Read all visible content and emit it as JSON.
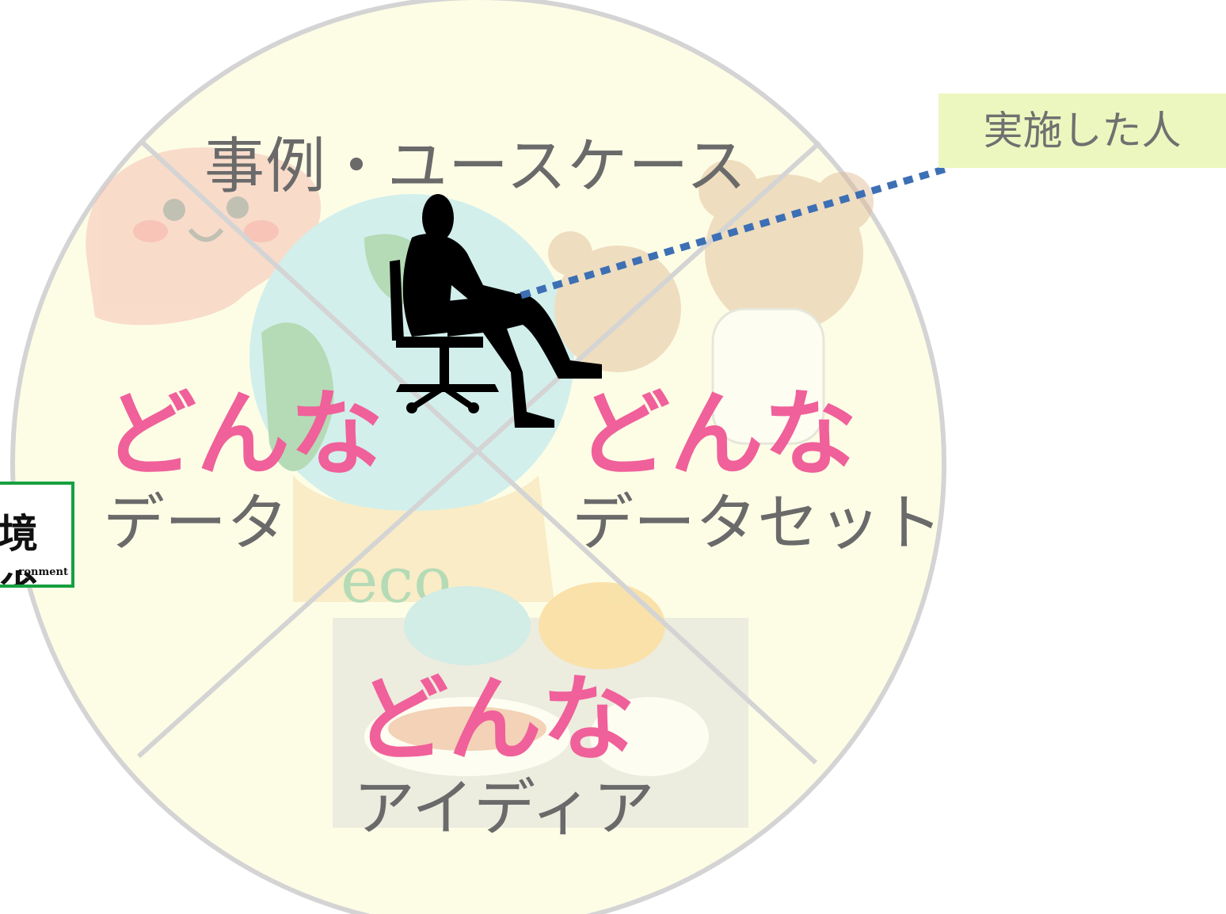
{
  "center_label": "事例・ユースケース",
  "quadrants": [
    {
      "emphasis": "どんな",
      "label": "データ"
    },
    {
      "emphasis": "どんな",
      "label": "データセット"
    },
    {
      "emphasis": "どんな",
      "label": "アイディア"
    }
  ],
  "callout": {
    "label": "実施した人"
  },
  "logo": {
    "text": "境省",
    "subtext": "ronment"
  },
  "colors": {
    "circle_fill": "#fdfde6",
    "circle_stroke": "#d4d4d4",
    "emphasis": "#f0609a",
    "label": "#6a6a6a",
    "callout_bg": "#ecf7bf",
    "leader_line": "#3d6fb4"
  }
}
